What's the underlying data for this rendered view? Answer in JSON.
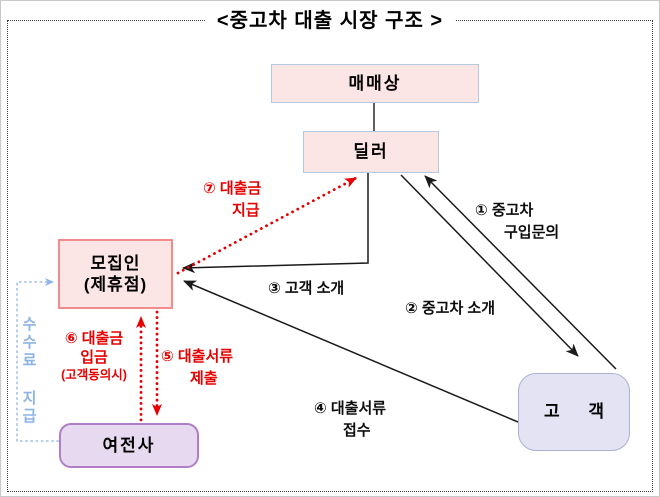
{
  "title": "<중고차 대출 시장 구조 >",
  "nodes": {
    "maemaesang": {
      "label": "매매상"
    },
    "dealer": {
      "label": "딜러"
    },
    "mojipin": {
      "line1": "모집인",
      "line2": "(제휴점)"
    },
    "yeojeonsa": {
      "label": "여전사"
    },
    "customer": {
      "label": "고 객"
    }
  },
  "flows": {
    "f1": {
      "line1": "① 중고차",
      "line2": "구입문의",
      "from": "고객",
      "to": "딜러"
    },
    "f2": {
      "line1": "② 중고차 소개",
      "from": "딜러",
      "to": "고객"
    },
    "f3": {
      "line1": "③ 고객 소개",
      "from": "딜러",
      "to": "모집인"
    },
    "f4": {
      "line1": "④ 대출서류",
      "line2": "접수",
      "from": "고객",
      "to": "모집인"
    },
    "f5": {
      "line1": "⑤ 대출서류",
      "line2": "제출",
      "from": "모집인",
      "to": "여전사"
    },
    "f6": {
      "line1": "⑥ 대출금",
      "line2": "입금",
      "line3": "(고객동의시)",
      "from": "여전사",
      "to": "모집인"
    },
    "f7": {
      "line1": "⑦ 대출금",
      "line2": "지급",
      "from": "모집인",
      "to": "딜러"
    },
    "fee": {
      "label": "수수료 지급",
      "from": "여전사",
      "to": "모집인"
    }
  },
  "colors": {
    "box_pink_fill": "#fce5e5",
    "box_blue_border": "#b5c9e2",
    "box_salmon_border": "#f28c8c",
    "box_lavender_fill": "#e7daf0",
    "box_purple_border": "#b07ec6",
    "box_periwinkle_fill": "#e3e3f3",
    "accent_red": "#e60000",
    "accent_blue": "#8eb4e3",
    "line_black": "#1a1a1a"
  }
}
